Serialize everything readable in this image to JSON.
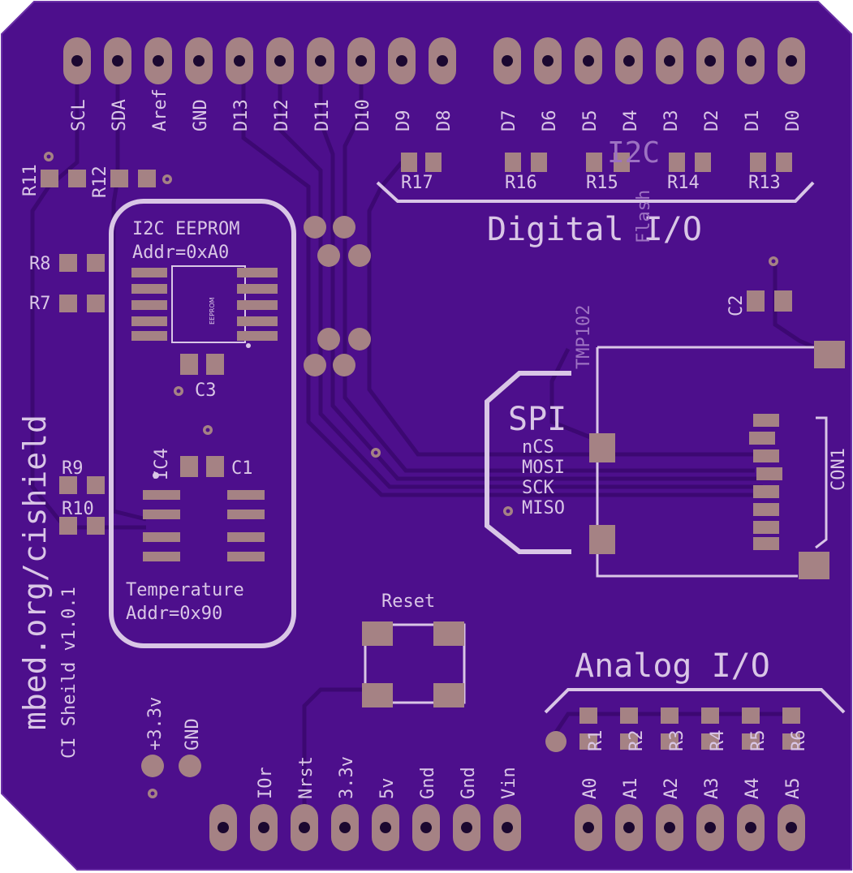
{
  "colors": {
    "board": "#4d0f8c",
    "trace": "#3b0870",
    "pad": "#a58284",
    "silk": "#d9c6e6"
  },
  "top_header": {
    "left": [
      "SCL",
      "SDA",
      "Aref",
      "GND",
      "D13",
      "D12",
      "D11",
      "D10",
      "D9",
      "D8"
    ],
    "right": [
      "D7",
      "D6",
      "D5",
      "D4",
      "D3",
      "D2",
      "D1",
      "D0"
    ]
  },
  "bottom_header": {
    "power": [
      "IOr",
      "Nrst",
      "3.3v",
      "5v",
      "Gnd",
      "Gnd",
      "Vin"
    ],
    "analog": [
      "A0",
      "A1",
      "A2",
      "A3",
      "A4",
      "A5"
    ]
  },
  "resistors": {
    "r11": "R11",
    "r12": "R12",
    "r8": "R8",
    "r7": "R7",
    "r9": "R9",
    "r10": "R10",
    "r17": "R17",
    "r16": "R16",
    "r15": "R15",
    "r14": "R14",
    "r13": "R13",
    "r1": "R1",
    "r2": "R2",
    "r3": "R3",
    "r4": "R4",
    "r5": "R5",
    "r6": "R6"
  },
  "capacitors": {
    "c1": "C1",
    "c2": "C2",
    "c3": "C3"
  },
  "labels": {
    "eeprom_title": "I2C EEPROM",
    "eeprom_addr": "Addr=0xA0",
    "eeprom_chip": "EEPROM",
    "ic4": "IC4",
    "temp_title": "Temperature",
    "temp_addr": "Addr=0x90",
    "digital_io": "Digital I/O",
    "i2c": "I2C",
    "flash": "Flash",
    "tmp102": "TMP102",
    "spi": "SPI",
    "spi_ncs": "nCS",
    "spi_mosi": "MOSI",
    "spi_sck": "SCK",
    "spi_miso": "MISO",
    "con1": "CON1",
    "reset": "Reset",
    "analog_io": "Analog I/O",
    "mbed": "mbed.org/cishield",
    "version": "CI Sheild v1.0.1",
    "plus33": "+3.3v",
    "gnd": "GND"
  }
}
